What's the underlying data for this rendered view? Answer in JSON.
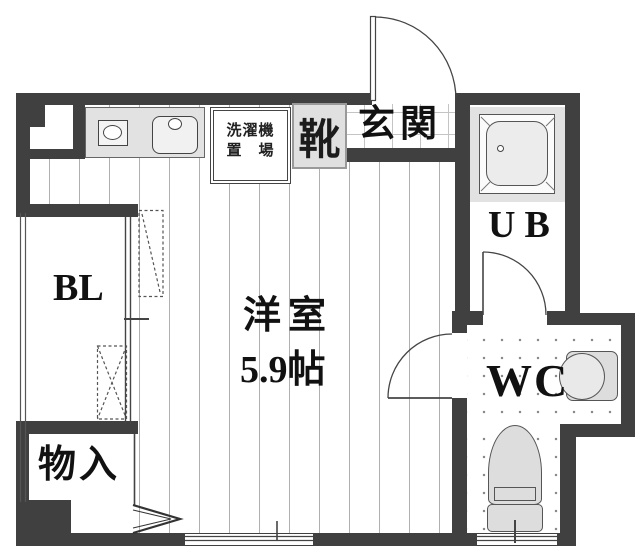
{
  "plan": {
    "labels": {
      "entrance": "玄関",
      "shoe_cabinet": "靴",
      "washer_line1": "洗濯機",
      "washer_line2": "置　場",
      "unit_bath": "UB",
      "toilet_room": "WC",
      "room_name": "洋室",
      "room_size": "5.9帖",
      "balcony": "BL",
      "storage": "物入"
    },
    "colors": {
      "wall": "#404040",
      "fixture_fill": "#e2e2e2",
      "floor_line": "#b0b0b0",
      "dot": "#8a8a8a",
      "text": "#111111"
    },
    "fixtures": [
      "kitchen-counter",
      "burner",
      "kitchen-sink",
      "washing-machine-space",
      "shoe-cabinet",
      "bathtub",
      "entrance-door",
      "unit-bath-door",
      "wc-door",
      "toilet",
      "wash-basin",
      "balcony-railing",
      "balcony-sliding-door",
      "storage-folding-door",
      "window",
      "ac-space-dashed-box",
      "outdoor-unit-dashed-box"
    ]
  }
}
